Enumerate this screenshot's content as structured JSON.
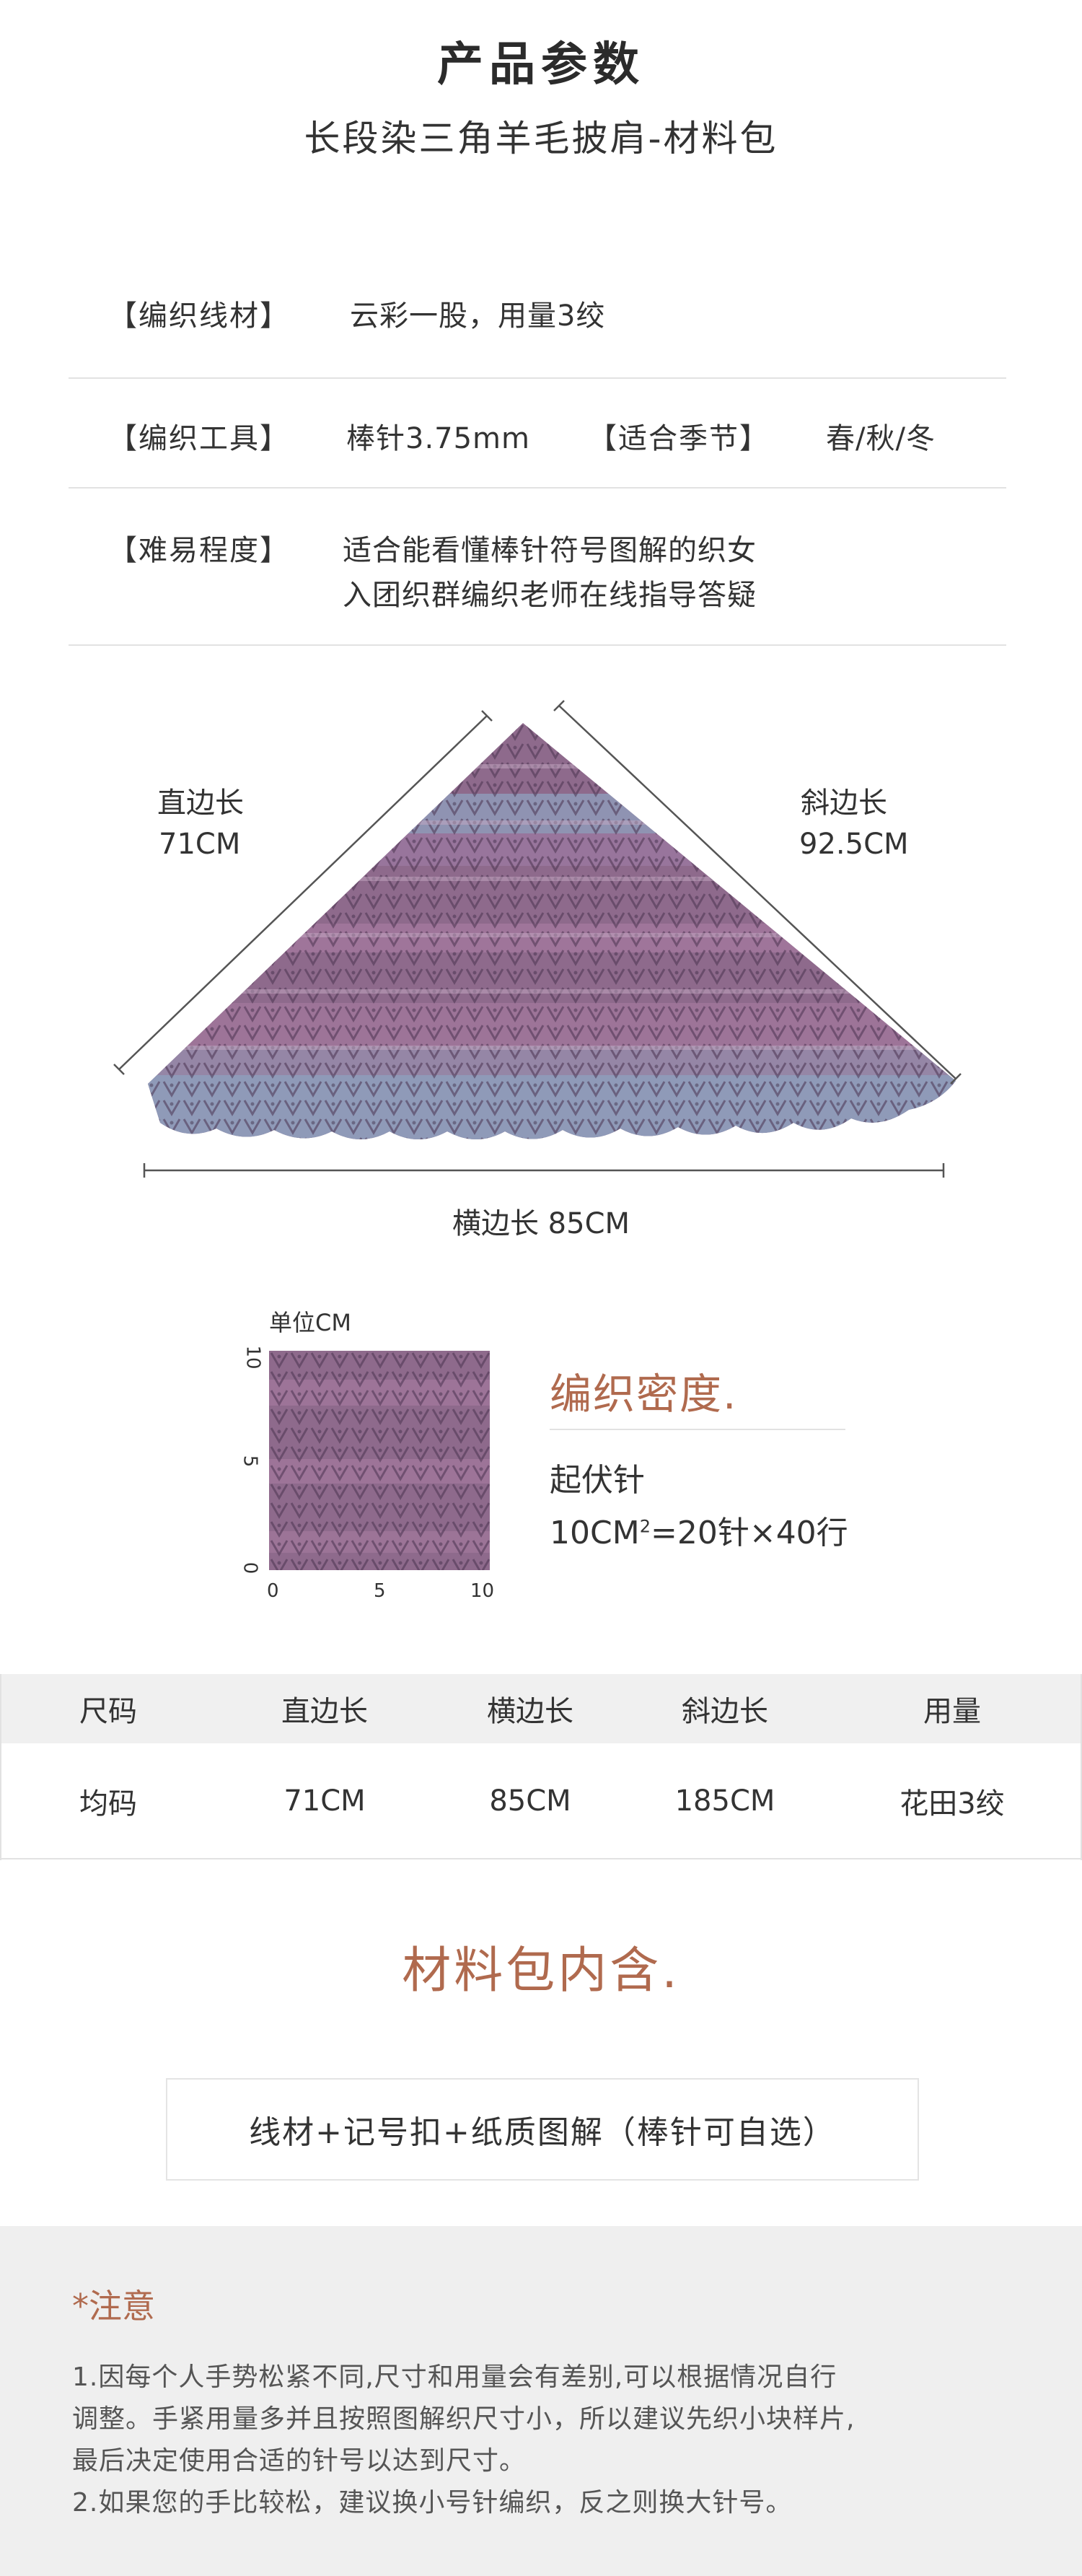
{
  "header": {
    "title": "产品参数",
    "subtitle": "长段染三角羊毛披肩-材料包"
  },
  "specs": {
    "yarn_label": "【编织线材】",
    "yarn_value": "云彩一股，用量3绞",
    "tool_label": "【编织工具】",
    "tool_value": "棒针3.75mm",
    "season_label": "【适合季节】",
    "season_value": "春/秋/冬",
    "difficulty_label": "【难易程度】",
    "difficulty_line1": "适合能看懂棒针符号图解的织女",
    "difficulty_line2": "入团织群编织老师在线指导答疑"
  },
  "diagram": {
    "left_edge_label": "直边长",
    "left_edge_value": "71CM",
    "right_edge_label": "斜边长",
    "right_edge_value": "92.5CM",
    "bottom_edge": "横边长 85CM"
  },
  "density": {
    "unit": "单位CM",
    "x_ticks": [
      "0",
      "5",
      "10"
    ],
    "y_ticks": [
      "0",
      "5",
      "10"
    ],
    "title": "编织密度.",
    "stitch": "起伏针",
    "gauge_prefix": "10CM",
    "gauge_sup": "2",
    "gauge_suffix": "=20针×40行"
  },
  "size_table": {
    "headers": [
      "尺码",
      "直边长",
      "横边长",
      "斜边长",
      "用量"
    ],
    "rows": [
      [
        "均码",
        "71CM",
        "85CM",
        "185CM",
        "花田3绞"
      ]
    ]
  },
  "kit": {
    "title": "材料包内含.",
    "contents": "线材+记号扣+纸质图解（棒针可自选）"
  },
  "notes": {
    "title": "*注意",
    "line1": "1.因每个人手势松紧不同,尺寸和用量会有差别,可以根据情况自行",
    "line2": "调整。手紧用量多并且按照图解织尺寸小，所以建议先织小块样片,",
    "line3": "最后决定使用合适的针号以达到尺寸。",
    "line4": "2.如果您的手比较松，建议换小号针编织，反之则换大针号。"
  },
  "colors": {
    "accent": "#b06a4e",
    "shawl_purple": "#8e6a8c",
    "shawl_blue": "#8f9ab8",
    "shawl_lilac": "#a77ba0"
  }
}
